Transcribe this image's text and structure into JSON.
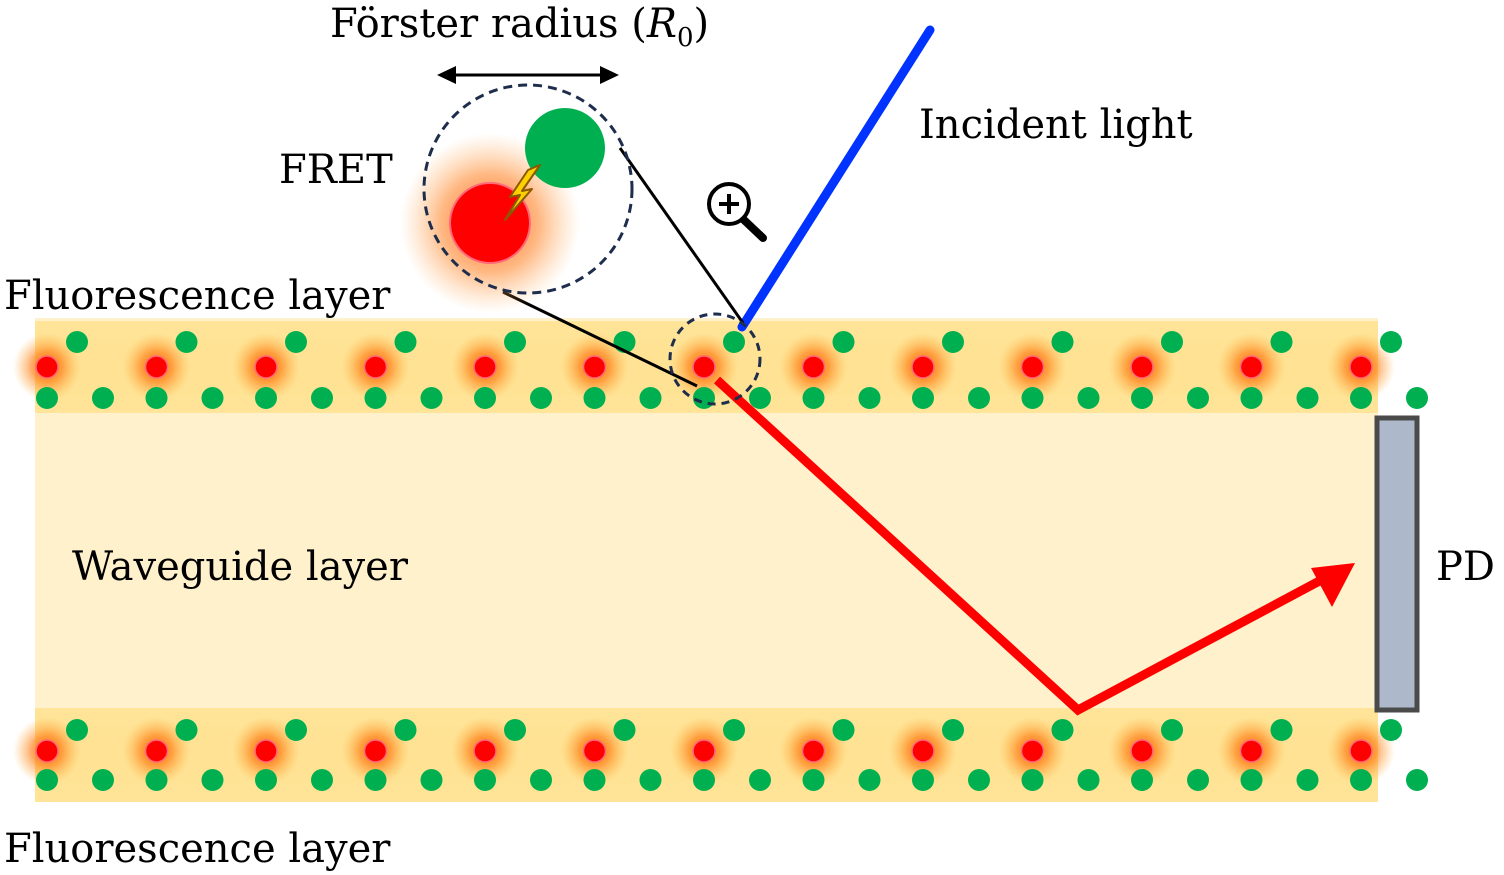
{
  "labels": {
    "forster_radius": "Förster radius (",
    "forster_symbol": "R",
    "forster_subscript": "0",
    "forster_close": ")",
    "fret": "FRET",
    "incident_light": "Incident light",
    "fluorescence_layer_top": "Fluorescence layer",
    "fluorescence_layer_bottom": "Fluorescence layer",
    "waveguide_layer": "Waveguide layer",
    "photodetector": "PD"
  },
  "colors": {
    "waveguide_fill": "#fff1cc",
    "fluorescence_fill": "#fde9a8",
    "acceptor_red": "#ff0000",
    "donor_green": "#00b050",
    "incident_beam": "#0033ff",
    "emission_path": "#ff0000",
    "photodetector_fill": "#adb9ca",
    "photodetector_border": "#4a4a4a",
    "dashed_circle": "#1f2d4d",
    "glow": "#ff6a00"
  },
  "icons": {
    "zoom": "zoom-in-magnifier-icon",
    "energy_transfer": "lightning-bolt-icon",
    "radius_arrow": "double-headed-arrow-icon"
  }
}
